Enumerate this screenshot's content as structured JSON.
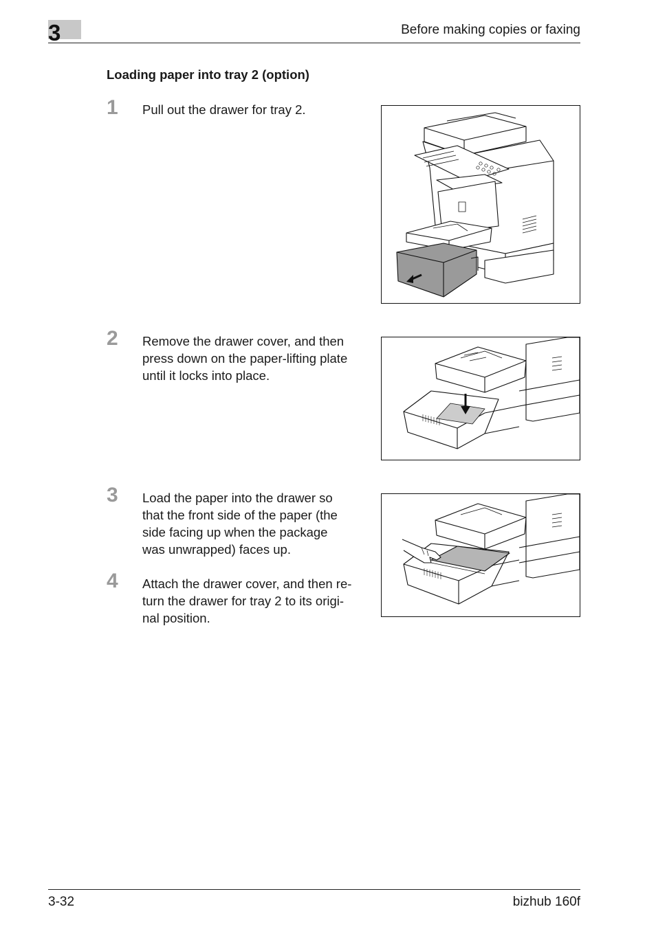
{
  "header": {
    "chapter": "3",
    "title": "Before making copies or faxing"
  },
  "section_title": "Loading paper into tray 2 (option)",
  "steps": [
    {
      "number": "1",
      "lines": [
        "Pull out the drawer for tray 2."
      ]
    },
    {
      "number": "2",
      "lines": [
        "Remove the drawer cover, and then",
        "press down on the paper-lifting plate",
        "until it locks into place."
      ]
    },
    {
      "number": "3",
      "lines": [
        "Load the paper into the drawer so",
        "that the front side of the paper (the",
        "side facing up when the package",
        "was unwrapped) faces up."
      ]
    },
    {
      "number": "4",
      "lines": [
        "Attach the drawer cover, and then re-",
        "turn the drawer for tray 2 to its origi-",
        "nal position."
      ]
    }
  ],
  "figures": [
    {
      "name": "pull-out-drawer-illustration",
      "drawer_color": "#9a9a9a"
    },
    {
      "name": "press-lifting-plate-illustration",
      "drawer_color": "#ffffff"
    },
    {
      "name": "load-paper-illustration",
      "paper_color": "#b5b5b5"
    }
  ],
  "footer": {
    "page_number": "3-32",
    "product": "bizhub 160f"
  }
}
